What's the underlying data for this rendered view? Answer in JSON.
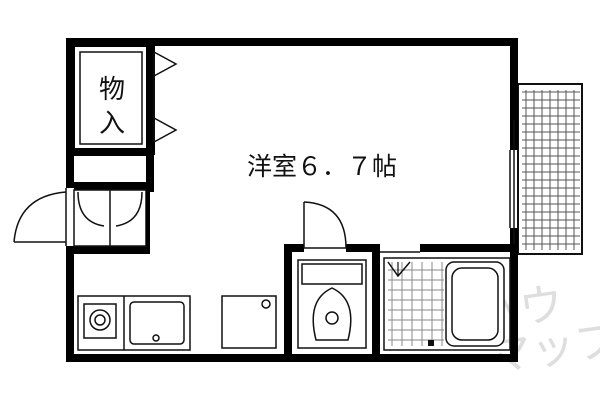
{
  "rooms": {
    "western_room": "洋室６．７帖",
    "storage_line1": "物",
    "storage_line2": "入"
  },
  "watermark": "ハウスマップ",
  "colors": {
    "wall": "#000000",
    "line": "#111111",
    "tile": "#9a9a9a",
    "watermark": "#d6d6d6"
  }
}
